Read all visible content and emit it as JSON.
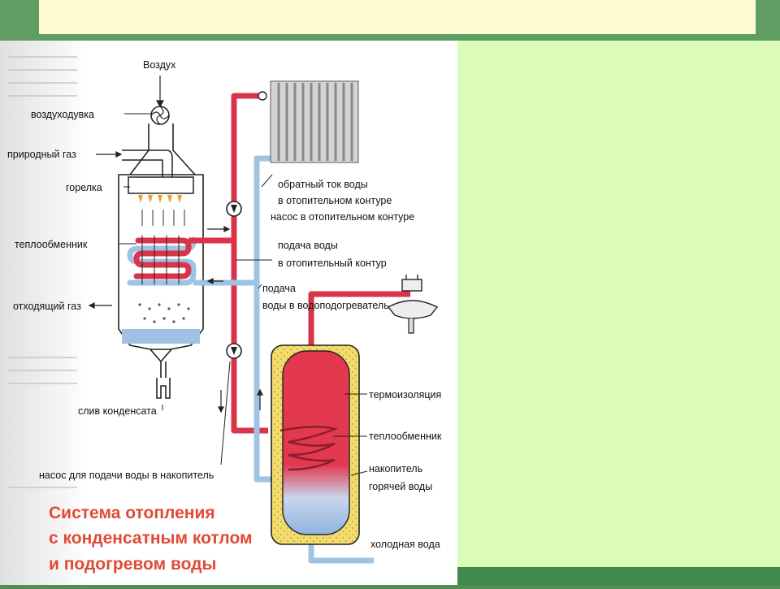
{
  "slide": {
    "title_box_text": ""
  },
  "diagram": {
    "labels": {
      "air": "Воздух",
      "blower": "воздуходувка",
      "natural_gas": "природный газ",
      "burner": "горелка",
      "heat_exchanger_left": "теплообменник",
      "exhaust_gas": "отходящий газ",
      "condensate_drain": "слив конденсата",
      "return_flow_line1": "обратный ток воды",
      "return_flow_line2": "в отопительном контуре",
      "heating_pump": "насос в отопительном контуре",
      "supply_line1": "подача воды",
      "supply_line2": "в отопительный контур",
      "heater_supply_line1": "подача",
      "heater_supply_line2": "воды в водоподогреватель",
      "insulation": "термоизоляция",
      "heat_exchanger_right": "теплообменник",
      "storage_line1": "накопитель",
      "storage_line2": "горячей воды",
      "cold_water": "холодная вода",
      "storage_pump": "насос для подачи воды в накопитель"
    },
    "caption": {
      "line1": "Система отопления",
      "line2": "с конденсатным котлом",
      "line3": "и подогревом воды"
    }
  },
  "colors": {
    "hot_pipe": "#d9344a",
    "cold_pipe": "#9ec3e3",
    "caption": "#e04a35",
    "insulation": "#f3dc6e",
    "right_panel": "#dcfbb8",
    "frame_green": "#5f9d63",
    "title_box": "#fffbd0"
  }
}
